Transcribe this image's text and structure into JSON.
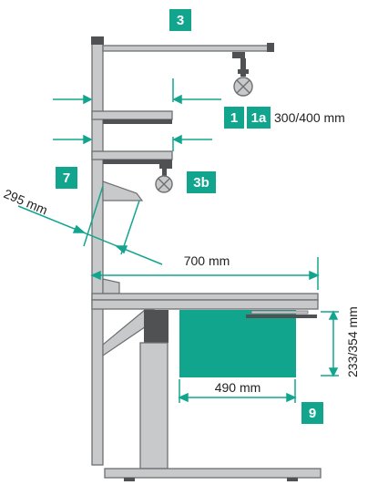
{
  "colors": {
    "frame_fill": "#c8c9ca",
    "frame_stroke": "#6e6f71",
    "dark_gray": "#505153",
    "accent": "#12a58e",
    "background": "#ffffff"
  },
  "badges": {
    "b3": "3",
    "b1": "1",
    "b1a": "1a",
    "b7": "7",
    "b3b": "3b",
    "b9": "9"
  },
  "dimensions": {
    "shelf_depth": "300/400 mm",
    "panel_angle_depth": "295 mm",
    "table_depth": "700 mm",
    "drawer_width": "490 mm",
    "drawer_height": "233/354 mm"
  },
  "icons": {
    "lamp_top": "lamp-icon",
    "lamp_shelf": "lamp-icon"
  }
}
